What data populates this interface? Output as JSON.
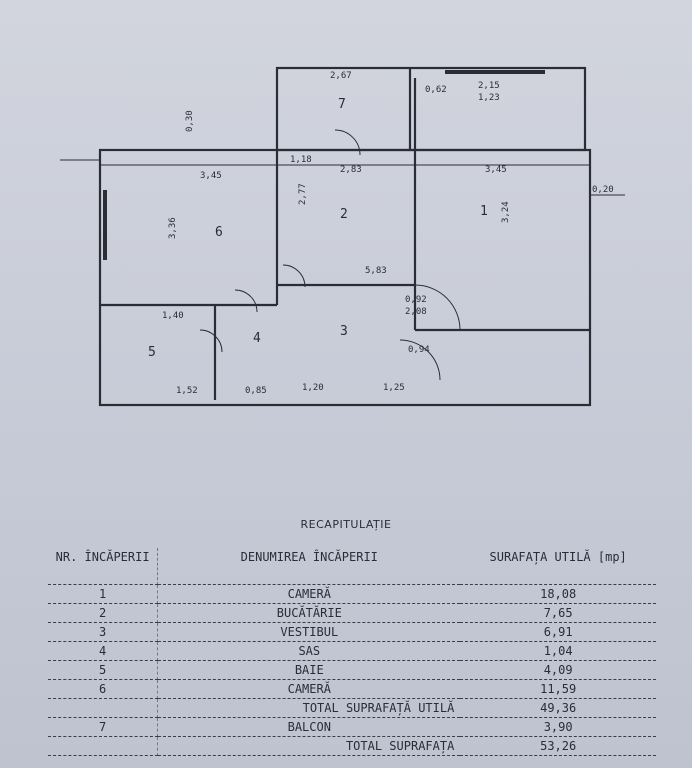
{
  "plan": {
    "rooms": [
      "1",
      "2",
      "3",
      "4",
      "5",
      "6",
      "7"
    ],
    "dims": {
      "balcony_w": "2,67",
      "d062": "0,62",
      "d215": "2,15",
      "d123": "1,23",
      "r1_w": "3,45",
      "r1_h": "3,24",
      "r6_w": "3,45",
      "r6_h": "3,36",
      "r2_w": "2,83",
      "r2_h": "2,77",
      "d118": "1,18",
      "wall30": "0,30",
      "d120": "1,20",
      "d125": "1,25",
      "d152": "1,52",
      "d085": "0,85",
      "d140": "1,40",
      "d092": "0,92",
      "d208": "2,08",
      "d094": "0,94",
      "d583": "5,83",
      "d020": "0,20"
    }
  },
  "recap": {
    "title": "RECAPITULAȚIE",
    "headers": {
      "nr": "NR. ÎNCĂPERII",
      "name": "DENUMIREA ÎNCĂPERII",
      "area": "SURAFAȚA UTILĂ [mp]"
    },
    "rows": [
      {
        "nr": "1",
        "name": "CAMERĂ",
        "area": "18,08"
      },
      {
        "nr": "2",
        "name": "BUCĂTĂRIE",
        "area": "7,65"
      },
      {
        "nr": "3",
        "name": "VESTIBUL",
        "area": "6,91"
      },
      {
        "nr": "4",
        "name": "SAS",
        "area": "1,04"
      },
      {
        "nr": "5",
        "name": "BAIE",
        "area": "4,09"
      },
      {
        "nr": "6",
        "name": "CAMERĂ",
        "area": "11,59"
      }
    ],
    "total_util": {
      "label": "TOTAL SUPRAFAȚĂ UTILĂ",
      "area": "49,36"
    },
    "balcony": {
      "nr": "7",
      "name": "BALCON",
      "area": "3,90"
    },
    "total": {
      "label": "TOTAL SUPRAFAȚA",
      "area": "53,26"
    }
  }
}
